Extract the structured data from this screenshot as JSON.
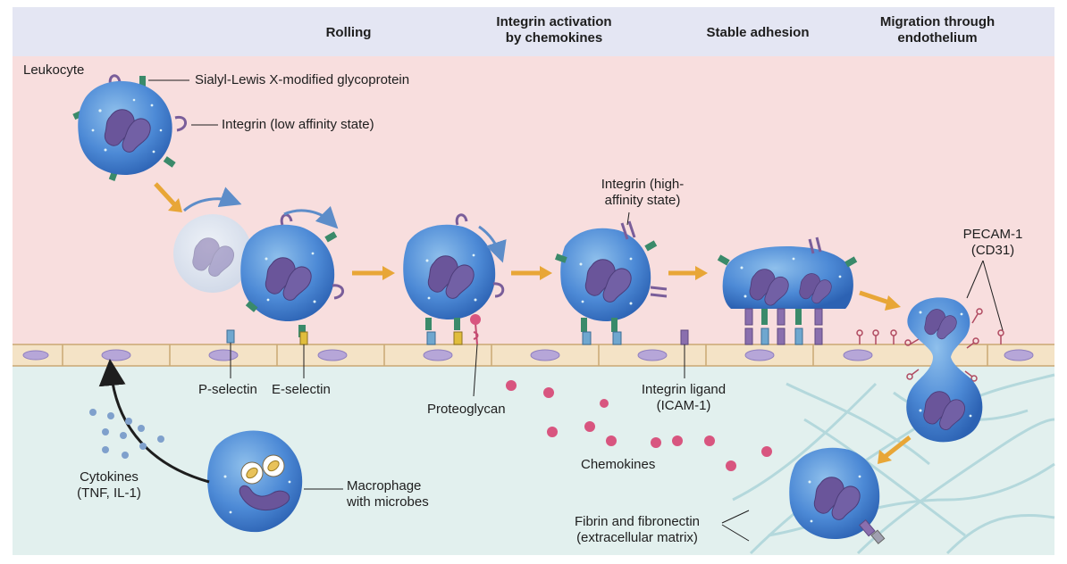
{
  "stages": {
    "rolling": "Rolling",
    "activation_line1": "Integrin activation",
    "activation_line2": "by chemokines",
    "adhesion": "Stable adhesion",
    "migration_line1": "Migration through",
    "migration_line2": "endothelium"
  },
  "labels": {
    "leukocyte": "Leukocyte",
    "sialyl": "Sialyl-Lewis X-modified glycoprotein",
    "integrin_low": "Integrin (low affinity state)",
    "integrin_high_1": "Integrin (high-",
    "integrin_high_2": "affinity state)",
    "pecam_1": "PECAM-1",
    "pecam_2": "(CD31)",
    "p_selectin": "P-selectin",
    "e_selectin": "E-selectin",
    "proteoglycan": "Proteoglycan",
    "integrin_ligand_1": "Integrin ligand",
    "integrin_ligand_2": "(ICAM-1)",
    "chemokines": "Chemokines",
    "cytokines_1": "Cytokines",
    "cytokines_2": "(TNF, IL-1)",
    "macrophage_1": "Macrophage",
    "macrophage_2": "with microbes",
    "fibrin_1": "Fibrin and fibronectin",
    "fibrin_2": "(extracellular matrix)"
  },
  "colors": {
    "header_band": "#e4e6f3",
    "vessel_lumen": "#f8dede",
    "tissue": "#e2f0ee",
    "endothelium": "#f4e3c6",
    "cell_body": "#3f7fcf",
    "nucleus": "#6a559a",
    "selectin_blue": "#6fa7cf",
    "selectin_yellow": "#e0bd3c",
    "integrin_purple": "#8a6fae",
    "glycoprotein_green": "#3a8a6a",
    "chemokine": "#d8557f",
    "arrow": "#e8a637"
  }
}
